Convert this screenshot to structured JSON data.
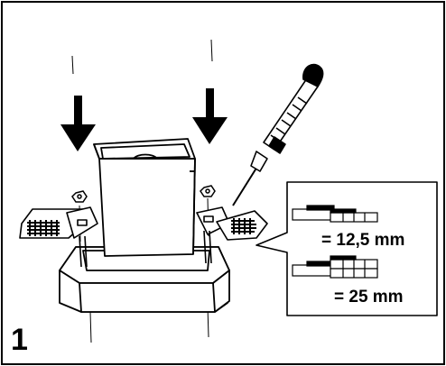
{
  "figure": {
    "step_number": "1",
    "labels": {
      "small_thickness": "= 12,5 mm",
      "large_thickness": "= 25 mm"
    }
  },
  "icons": [
    "down-arrow-icon",
    "down-arrow-icon",
    "screwdriver-icon",
    "nut-icon",
    "nut-icon"
  ]
}
